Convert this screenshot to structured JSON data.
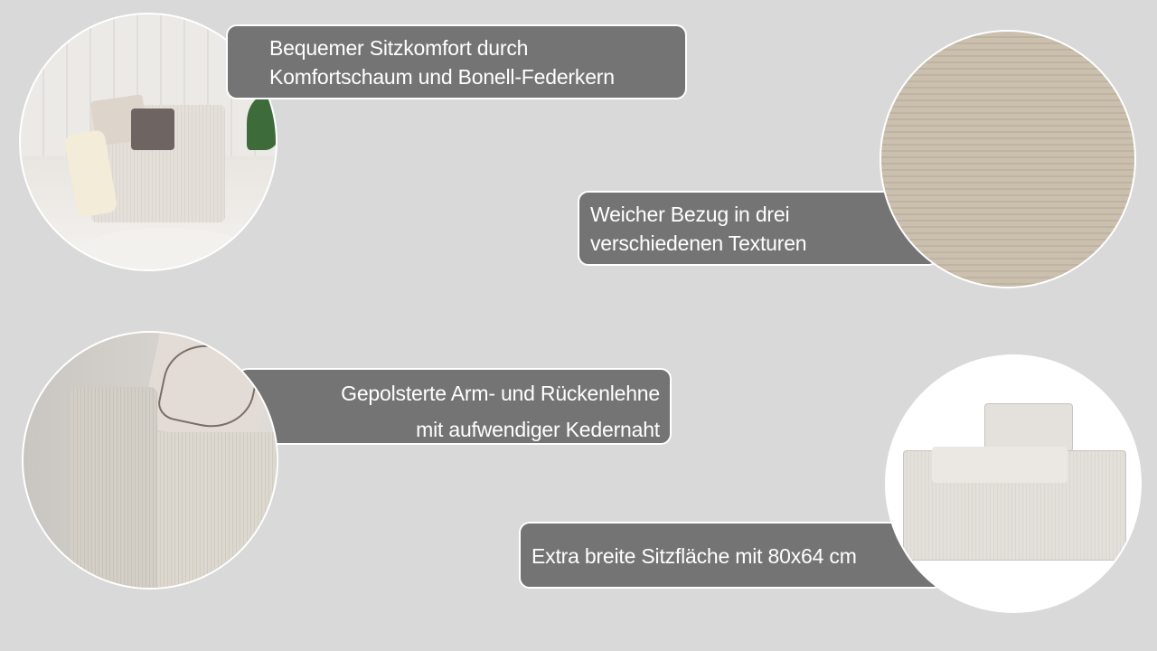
{
  "colors": {
    "background": "#d9d9d9",
    "callout_fill": "#747474",
    "callout_border": "#ffffff",
    "text": "#ffffff"
  },
  "features": [
    {
      "lines": [
        "Bequemer Sitzkomfort durch",
        "Komfortschaum und Bonell-Federkern"
      ],
      "image": "armchair-living-room-photo"
    },
    {
      "lines": [
        "Weicher Bezug in drei",
        "verschiedenen Texturen"
      ],
      "image": "corduroy-fabric-texture-closeup"
    },
    {
      "lines": [
        "Gepolsterte Arm- und Rückenlehne",
        "mit aufwendiger Kedernaht"
      ],
      "image": "armrest-with-piping-closeup"
    },
    {
      "lines": [
        "Extra breite Sitzfläche mit 80x64 cm"
      ],
      "image": "armchair-product-photo"
    }
  ]
}
